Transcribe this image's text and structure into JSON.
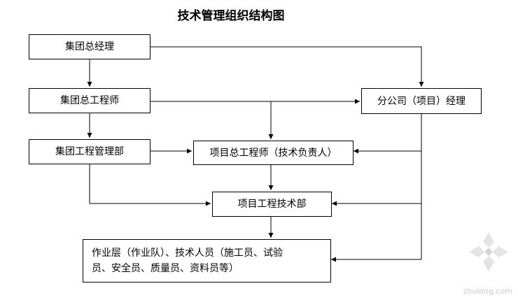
{
  "title": "技术管理组织结构图",
  "nodes": {
    "group_gm": "集团总经理",
    "group_chief_engineer": "集团总工程师",
    "branch_manager": "分公司（项目）经理",
    "group_eng_mgmt_dept": "集团工程管理部",
    "project_chief_engineer": "项目总工程师（技术负责人）",
    "project_eng_tech_dept": "项目工程技术部",
    "work_layer_line1": "作业层（作业队）、技术人员（施工员、试验",
    "work_layer_line2": "员、安全员、质量员、资料员等）"
  },
  "watermark": {
    "text": "zhulong.com"
  }
}
